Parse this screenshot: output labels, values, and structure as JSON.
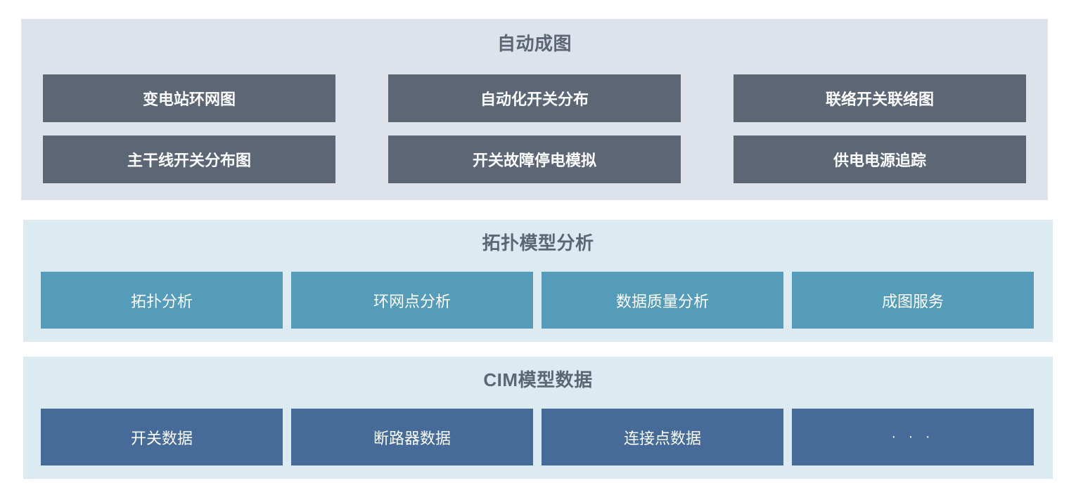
{
  "sections": [
    {
      "id": "automap",
      "title": "自动成图",
      "style": "dark",
      "title_color": "#5c6674",
      "panel_color": "#dee2ea",
      "button_color": "#5c6674",
      "rows": [
        [
          {
            "label": "变电站环网图"
          },
          {
            "label": "自动化开关分布"
          },
          {
            "label": "联络开关联络图"
          }
        ],
        [
          {
            "label": "主干线开关分布图"
          },
          {
            "label": "开关故障停电模拟"
          },
          {
            "label": "供电电源追踪"
          }
        ]
      ]
    },
    {
      "id": "topology",
      "title": "拓扑模型分析",
      "style": "teal",
      "title_color": "#5c6674",
      "panel_color": "#dceaf1",
      "button_color": "#549cba",
      "rows": [
        [
          {
            "label": "拓扑分析"
          },
          {
            "label": "环网点分析"
          },
          {
            "label": "数据质量分析"
          },
          {
            "label": "成图服务"
          }
        ]
      ]
    },
    {
      "id": "cim",
      "title": "CIM模型数据",
      "style": "blue",
      "title_color": "#5c6674",
      "panel_color": "#dceaf1",
      "button_color": "#466b99",
      "rows": [
        [
          {
            "label": "开关数据"
          },
          {
            "label": "断路器数据"
          },
          {
            "label": "连接点数据"
          },
          {
            "label": "· · ·"
          }
        ]
      ]
    }
  ]
}
